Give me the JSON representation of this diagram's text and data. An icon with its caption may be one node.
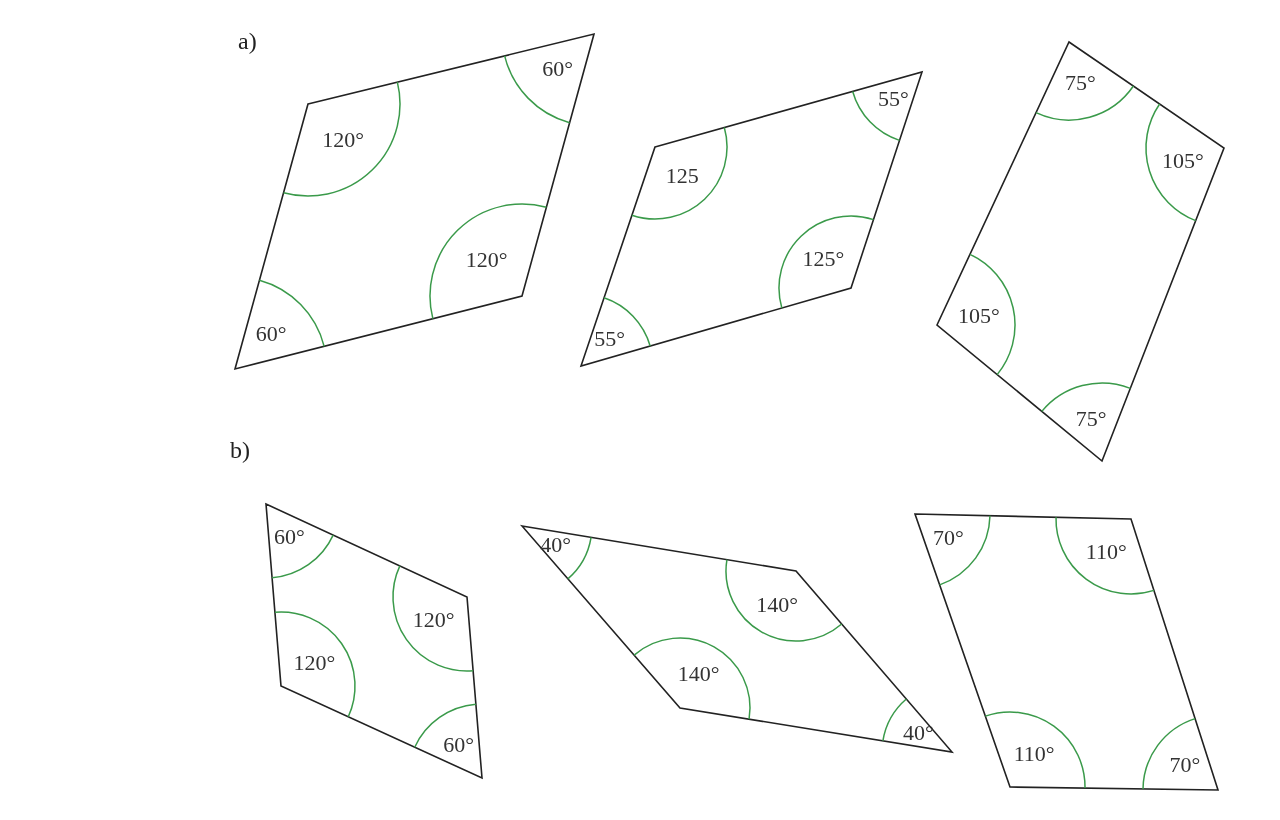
{
  "diagram": {
    "nodes": [
      {
        "text": [
          "60°",
          "120°",
          "120°",
          "60°"
        ]
      },
      {
        "text": [
          "55°",
          "125",
          "125°",
          "55°"
        ]
      },
      {
        "text": [
          "75°",
          "105°",
          "105°",
          "75°"
        ]
      },
      {
        "text": [
          "60°",
          "120°",
          "120°",
          "60°"
        ]
      },
      {
        "text": [
          "40°",
          "140°",
          "140°",
          "40°"
        ]
      },
      {
        "text": [
          "70°",
          "110°",
          "110°",
          "70°"
        ]
      }
    ],
    "labels": [
      "a)",
      "b)"
    ]
  }
}
